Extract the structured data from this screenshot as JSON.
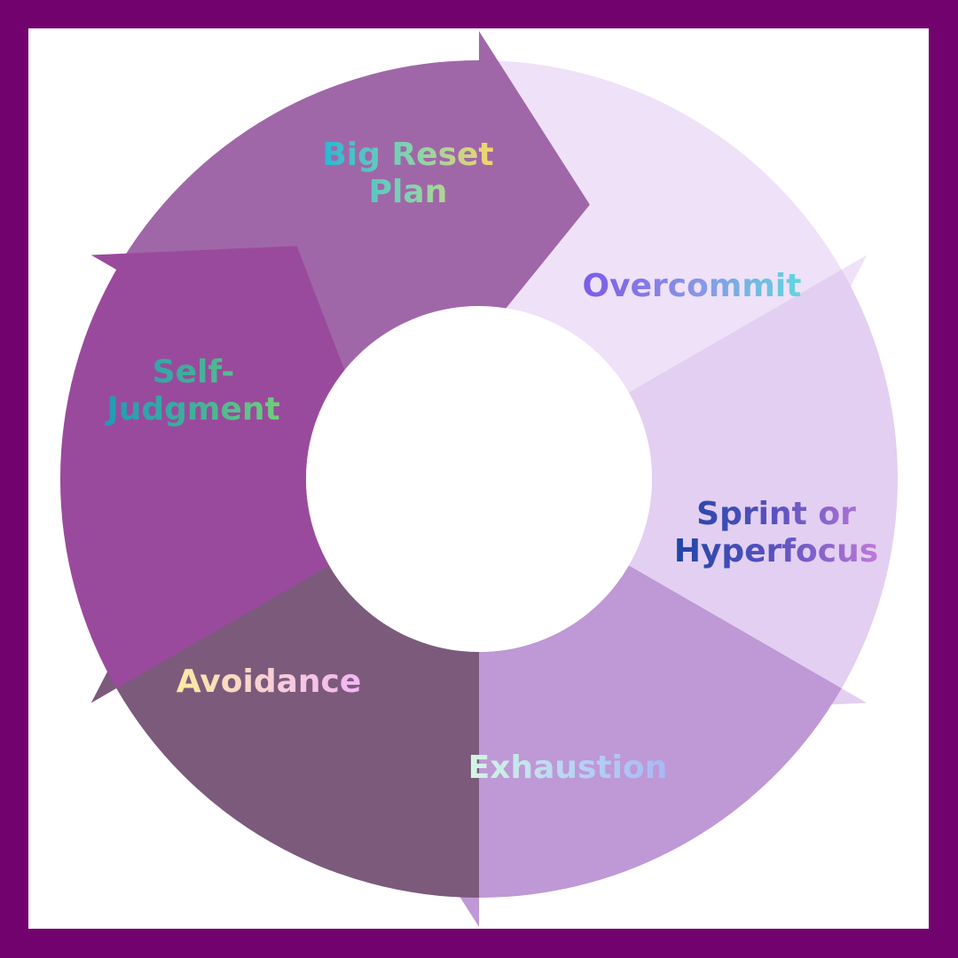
{
  "diagram": {
    "type": "cycle",
    "frame_color": "#72036e",
    "background_color": "#ffffff",
    "steps": [
      {
        "id": "big-reset-plan",
        "lines": [
          "Big Reset",
          "Plan"
        ],
        "fill": "#a067a8",
        "text_gradient": [
          "#2ab7d6",
          "#7fd3b0",
          "#f5d66b"
        ]
      },
      {
        "id": "overcommit",
        "lines": [
          "Overcommit"
        ],
        "fill": "#efe1f7",
        "text_gradient": [
          "#7b5be6",
          "#8a92e6",
          "#62d6e0"
        ]
      },
      {
        "id": "sprint-or-hyperfocus",
        "lines": [
          "Sprint or",
          "Hyperfocus"
        ],
        "fill": "#e3cff1",
        "text_gradient": [
          "#1f45a6",
          "#5a52c0",
          "#c07ad8"
        ]
      },
      {
        "id": "exhaustion",
        "lines": [
          "Exhaustion"
        ],
        "fill": "#bf98d6",
        "text_gradient": [
          "#d4f7e2",
          "#b8d6f2",
          "#a6b8f5"
        ]
      },
      {
        "id": "avoidance",
        "lines": [
          "Avoidance"
        ],
        "fill": "#7c5a7c",
        "text_gradient": [
          "#fbeaa0",
          "#f8cfd6",
          "#f3b5f5"
        ]
      },
      {
        "id": "self-judgment",
        "lines": [
          "Self-",
          "Judgment"
        ],
        "fill": "#9a4a9c",
        "text_gradient": [
          "#1f9bb8",
          "#3fb09a",
          "#6fd07a"
        ]
      }
    ],
    "direction": "clockwise"
  }
}
